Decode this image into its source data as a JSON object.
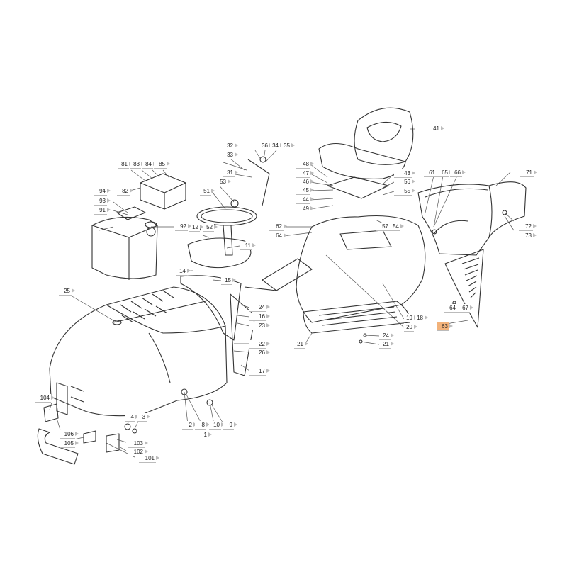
{
  "colors": {
    "line": "#333333",
    "leader": "#555555",
    "highlight": "#f2b27a",
    "tag_rule": "#bbbbbb"
  },
  "callouts": [
    "1",
    "2",
    "3",
    "4",
    "8",
    "9",
    "10",
    "11",
    "12",
    "14",
    "15",
    "16",
    "17",
    "18",
    "19",
    "20",
    "21",
    "22",
    "23",
    "24",
    "25",
    "26",
    "31",
    "32",
    "33",
    "34",
    "35",
    "36",
    "41",
    "43",
    "44",
    "45",
    "46",
    "47",
    "48",
    "49",
    "51",
    "52",
    "53",
    "54",
    "55",
    "56",
    "57",
    "61",
    "62",
    "63",
    "64",
    "65",
    "66",
    "67",
    "71",
    "72",
    "73",
    "81",
    "82",
    "83",
    "84",
    "85",
    "91",
    "92",
    "93",
    "94",
    "101",
    "102",
    "103",
    "104",
    "105",
    "106"
  ],
  "highlighted_callout": "63"
}
